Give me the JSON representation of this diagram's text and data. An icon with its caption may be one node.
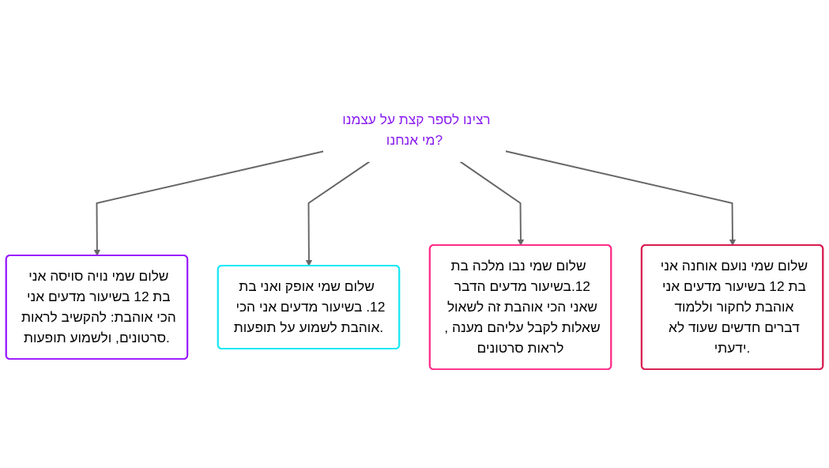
{
  "diagram": {
    "nodes": [
      {
        "text": [
          "רצינו לספר קצת על עצמנו מי אנחנו?"
        ]
      },
      {
        "text": [
          "שלום שמי נויה סויסה אני בת 12 בשיעור מדעים אני הכי אוהבת: להקשיב לראות סרטונים, ולשמוע תופעות."
        ]
      },
      {
        "text": [
          "שלום שמי אופק ואני בת 12. בשיעור מדעים אני הכי אוהבת לשמוע על תופעות."
        ]
      },
      {
        "text": [
          "שלום שמי נבו מלכה בת 12.בשיעור מדעים הדבר שאני הכי אוהבת זה לשאול שאלות לקבל עליהם מענה , לראות סרטונים"
        ]
      },
      {
        "text": [
          "שלום שמי נועם אוחנה אני בת 12 בשיעור מדעים אני אוהבת לחקור וללמוד דברים חדשים שעוד לא ידעתי."
        ]
      }
    ],
    "edges": [
      {
        "from": 0,
        "to": 1,
        "arrow": "to"
      },
      {
        "from": 0,
        "to": 2,
        "arrow": "to"
      },
      {
        "from": 0,
        "to": 3,
        "arrow": "to"
      },
      {
        "from": 0,
        "to": 4,
        "arrow": "to"
      }
    ]
  }
}
